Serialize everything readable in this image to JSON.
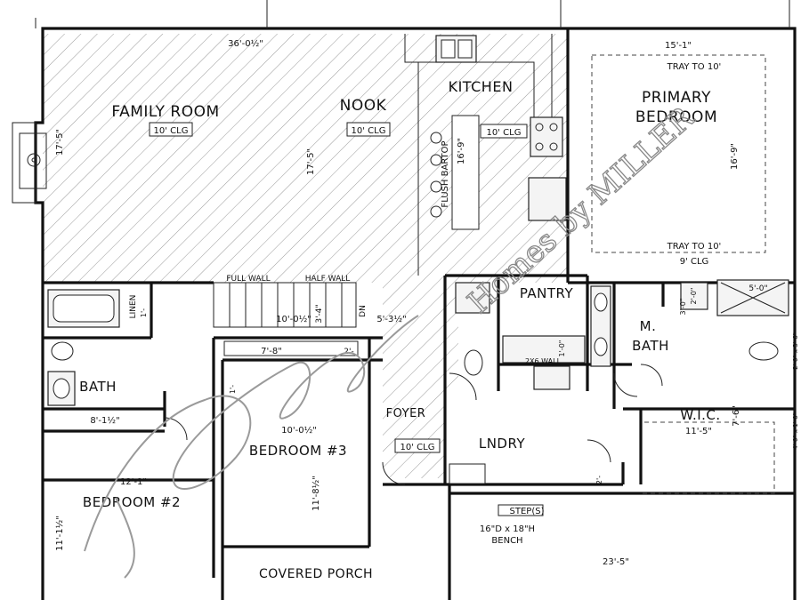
{
  "rooms": {
    "family_room": "FAMILY ROOM",
    "family_room_clg": "10' CLG",
    "nook": "NOOK",
    "nook_clg": "10' CLG",
    "kitchen": "KITCHEN",
    "kitchen_clg": "10' CLG",
    "flush_bartop": "FLUSH BARTOP",
    "primary_bedroom_1": "PRIMARY",
    "primary_bedroom_2": "BEDROOM",
    "tray_top": "TRAY TO 10'",
    "tray_bottom": "TRAY TO 10'",
    "primary_clg": "9' CLG",
    "pantry": "PANTRY",
    "m_bath_1": "M.",
    "m_bath_2": "BATH",
    "bath": "BATH",
    "linen": "LINEN",
    "foyer": "FOYER",
    "foyer_clg": "10' CLG",
    "lndry": "LNDRY",
    "wic": "W.I.C.",
    "bedroom3": "BEDROOM #3",
    "bedroom2": "BEDROOM #2",
    "covered_porch": "COVERED PORCH",
    "steps": "STEP(S)",
    "bench_1": "16\"D x 18\"H",
    "bench_2": "BENCH",
    "full_wall": "FULL WALL",
    "half_wall": "HALF WALL",
    "dn": "DN",
    "wall_2x6": "2X6 WALL"
  },
  "dimensions": {
    "family_width": "36'-0½\"",
    "family_depth": "17'-5\"",
    "nook_depth": "17'-5\"",
    "kitchen_depth": "16'-9\"",
    "primary_width": "15'-1\"",
    "primary_depth": "16'-9\"",
    "stair_width": "10'-0½\"",
    "stair_gap": "3'-4\"",
    "landing": "5'-3½\"",
    "closet_78": "7'-8\"",
    "closet_2": "2'-",
    "bath_width": "8'-1½\"",
    "bed3_width": "10'-0½\"",
    "bed3_depth": "11'-8½\"",
    "bed2_width": "12'-1\"",
    "bed2_depth": "11'-1½\"",
    "wic_width": "11'-5\"",
    "wic_depth": "7'-6\"",
    "shower": "5'-0\"",
    "mbath_small": "2'-0\"",
    "mbath_small2": "3'-0\"",
    "win_1": "2'-0\" x 3'-6\"",
    "win_2": "4'-0\" x 1'-0\"",
    "garage_width": "23'-5\"",
    "linen_dim": "1'-",
    "closet_rt": "1'-",
    "pantry_dim": "1'-0\"",
    "small_2": "2'-"
  },
  "watermark": {
    "builder": "Homes by MILLER"
  }
}
